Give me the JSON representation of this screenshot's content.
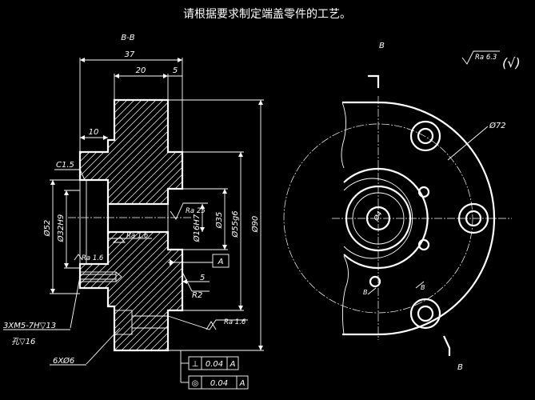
{
  "title": "请根据要求制定端盖零件的工艺。",
  "section_label": "B-B",
  "section_marks": [
    "B",
    "B",
    "B",
    "B"
  ],
  "colors": {
    "background": "#000000",
    "lines": "#ffffff"
  },
  "left_view": {
    "dims": {
      "overall_length": "37",
      "hub_length": "20",
      "small_step": "5",
      "flange_thickness": "10",
      "chamfer": "C1.5",
      "d52": "Ø52",
      "d32h9": "Ø32H9",
      "d16h7": "Ø16H7",
      "d35": "Ø35",
      "d55g6": "Ø55g6",
      "d90": "Ø90",
      "groove": "5",
      "radius": "R2",
      "datum": "A"
    },
    "roughness": [
      "Ra 25",
      "Ra 1.6",
      "Ra 1.6",
      "Ra 1.6"
    ],
    "thread_note_1": "3XM5-7H▽13",
    "thread_note_2": "孔▽16",
    "hole_note": "6XØ6",
    "tolerance_1": {
      "symbol": "⊥",
      "value": "0.04",
      "datum": "A"
    },
    "tolerance_2": {
      "symbol": "◎",
      "value": "0.04",
      "datum": "A"
    }
  },
  "right_view": {
    "pcd": "Ø72",
    "roughness_general": "Ra 6.3",
    "roughness_paren": "(√)"
  }
}
